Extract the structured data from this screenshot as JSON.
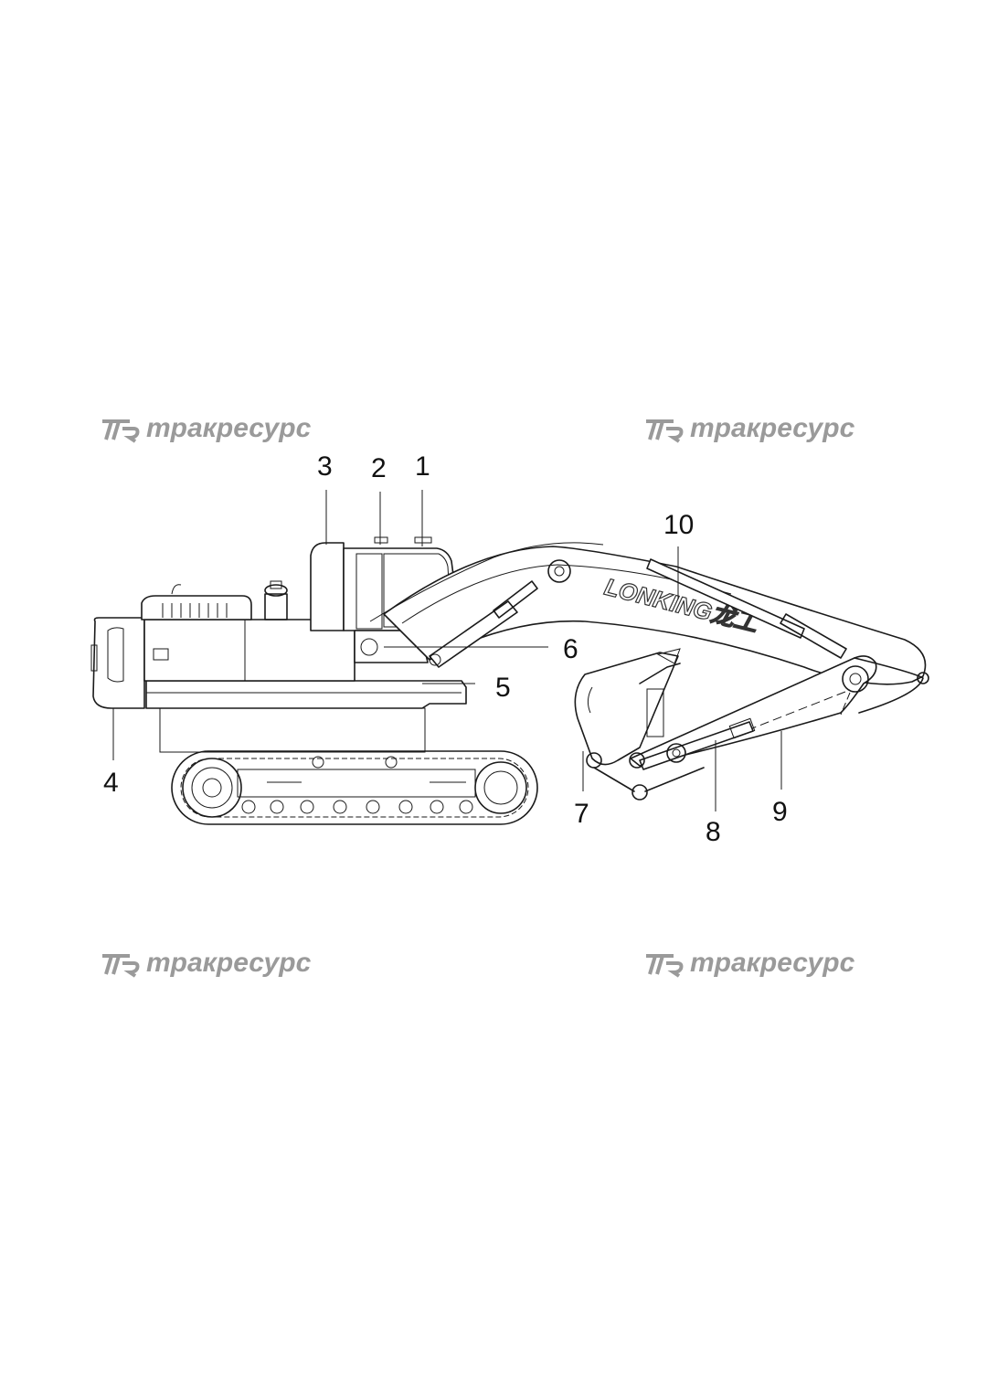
{
  "watermarks": [
    {
      "text": "тракресурс"
    },
    {
      "text": "тракресурс"
    },
    {
      "text": "тракресурс"
    },
    {
      "text": "тракресурс"
    }
  ],
  "brand_label": "LONKING龙工",
  "callouts": [
    "1",
    "2",
    "3",
    "4",
    "5",
    "6",
    "7",
    "8",
    "9",
    "10"
  ],
  "colors": {
    "line": "#1a1a1a",
    "watermark": "#9a9a9a",
    "background": "#ffffff"
  }
}
